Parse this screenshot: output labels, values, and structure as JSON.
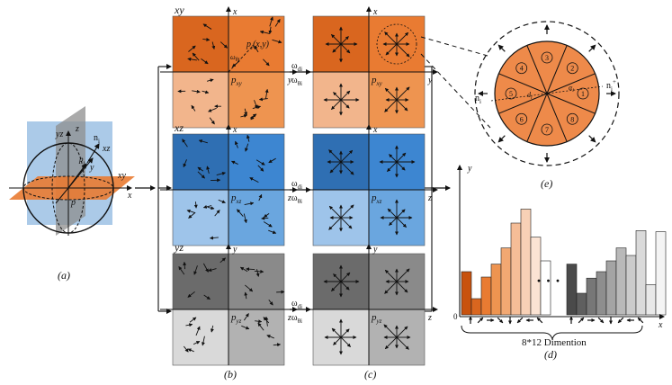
{
  "panel_labels": {
    "a": "(a)",
    "b": "(b)",
    "c": "(c)",
    "d": "(d)",
    "e": "(e)"
  },
  "sphere": {
    "plane_xy": "xy",
    "plane_xz": "xz",
    "plane_yz": "yz",
    "axis_x": "x",
    "axis_y": "y",
    "axis_z": "z",
    "origin": "p",
    "point": "p",
    "point_sub": "i",
    "normal": "n",
    "normal_sub": "i"
  },
  "rows": [
    {
      "plane": "xy",
      "h_axis": "y",
      "v_axis": "x",
      "center_label": "p",
      "center_sub": "xy",
      "point_label": "p",
      "point_sub": "i",
      "point_args": "(x,y)",
      "angle_label": "ω",
      "angle_sub": "θi",
      "colors": [
        "#d9661f",
        "#e97b32",
        "#f2b58c",
        "#ee9450"
      ]
    },
    {
      "plane": "xz",
      "h_axis": "z",
      "v_axis": "x",
      "center_label": "p",
      "center_sub": "xz",
      "colors": [
        "#2f6fb3",
        "#3d86d1",
        "#9ec4ea",
        "#6aa6df"
      ]
    },
    {
      "plane": "yz",
      "h_axis": "z",
      "v_axis": "y",
      "center_label": "p",
      "center_sub": "yz",
      "colors": [
        "#6b6b6b",
        "#8a8a8a",
        "#d9d9d9",
        "#b2b2b2"
      ]
    }
  ],
  "arrow_labels": {
    "top": "ω",
    "top_sub": "di",
    "bottom": "ω",
    "bottom_sub": "θi"
  },
  "bin_circle": {
    "bins": [
      "1",
      "2",
      "3",
      "4",
      "5",
      "6",
      "7",
      "8"
    ],
    "normal_pos": "n",
    "normal_neg": "n",
    "normal_sub": "i",
    "normal_pos_sup": "+",
    "normal_neg_sup": "-",
    "alpha": "α",
    "alpha_sub": "i",
    "d_label": "d",
    "d_sub": "i",
    "color": "#ee8a4a"
  },
  "histogram": {
    "ylabel": "y",
    "xlabel": "x",
    "origin": "0",
    "ellipsis": "· · ·",
    "caption": "8*12 Dimention"
  },
  "chart_data": {
    "type": "bar",
    "title": "",
    "xlabel": "x",
    "ylabel": "y",
    "ylim": [
      0,
      1
    ],
    "grid": false,
    "legend": "none",
    "groups": [
      {
        "values": [
          0.4,
          0.15,
          0.35,
          0.47,
          0.62,
          0.85,
          0.98,
          0.72,
          0.5
        ],
        "colors": [
          "#c8520e",
          "#d9661f",
          "#e97b32",
          "#ee9450",
          "#f2a872",
          "#f5bd97",
          "#f8d1b6",
          "#fbe3d3",
          "#ffffff"
        ]
      },
      {
        "values": [
          0.47,
          0.2,
          0.34,
          0.4,
          0.5,
          0.62,
          0.55,
          0.78,
          0.28,
          0.77
        ],
        "colors": [
          "#4a4a4a",
          "#5f5f5f",
          "#777777",
          "#8e8e8e",
          "#a4a4a4",
          "#b9b9b9",
          "#cbcbcb",
          "#dadada",
          "#e8e8e8",
          "#f4f4f4"
        ]
      }
    ]
  }
}
